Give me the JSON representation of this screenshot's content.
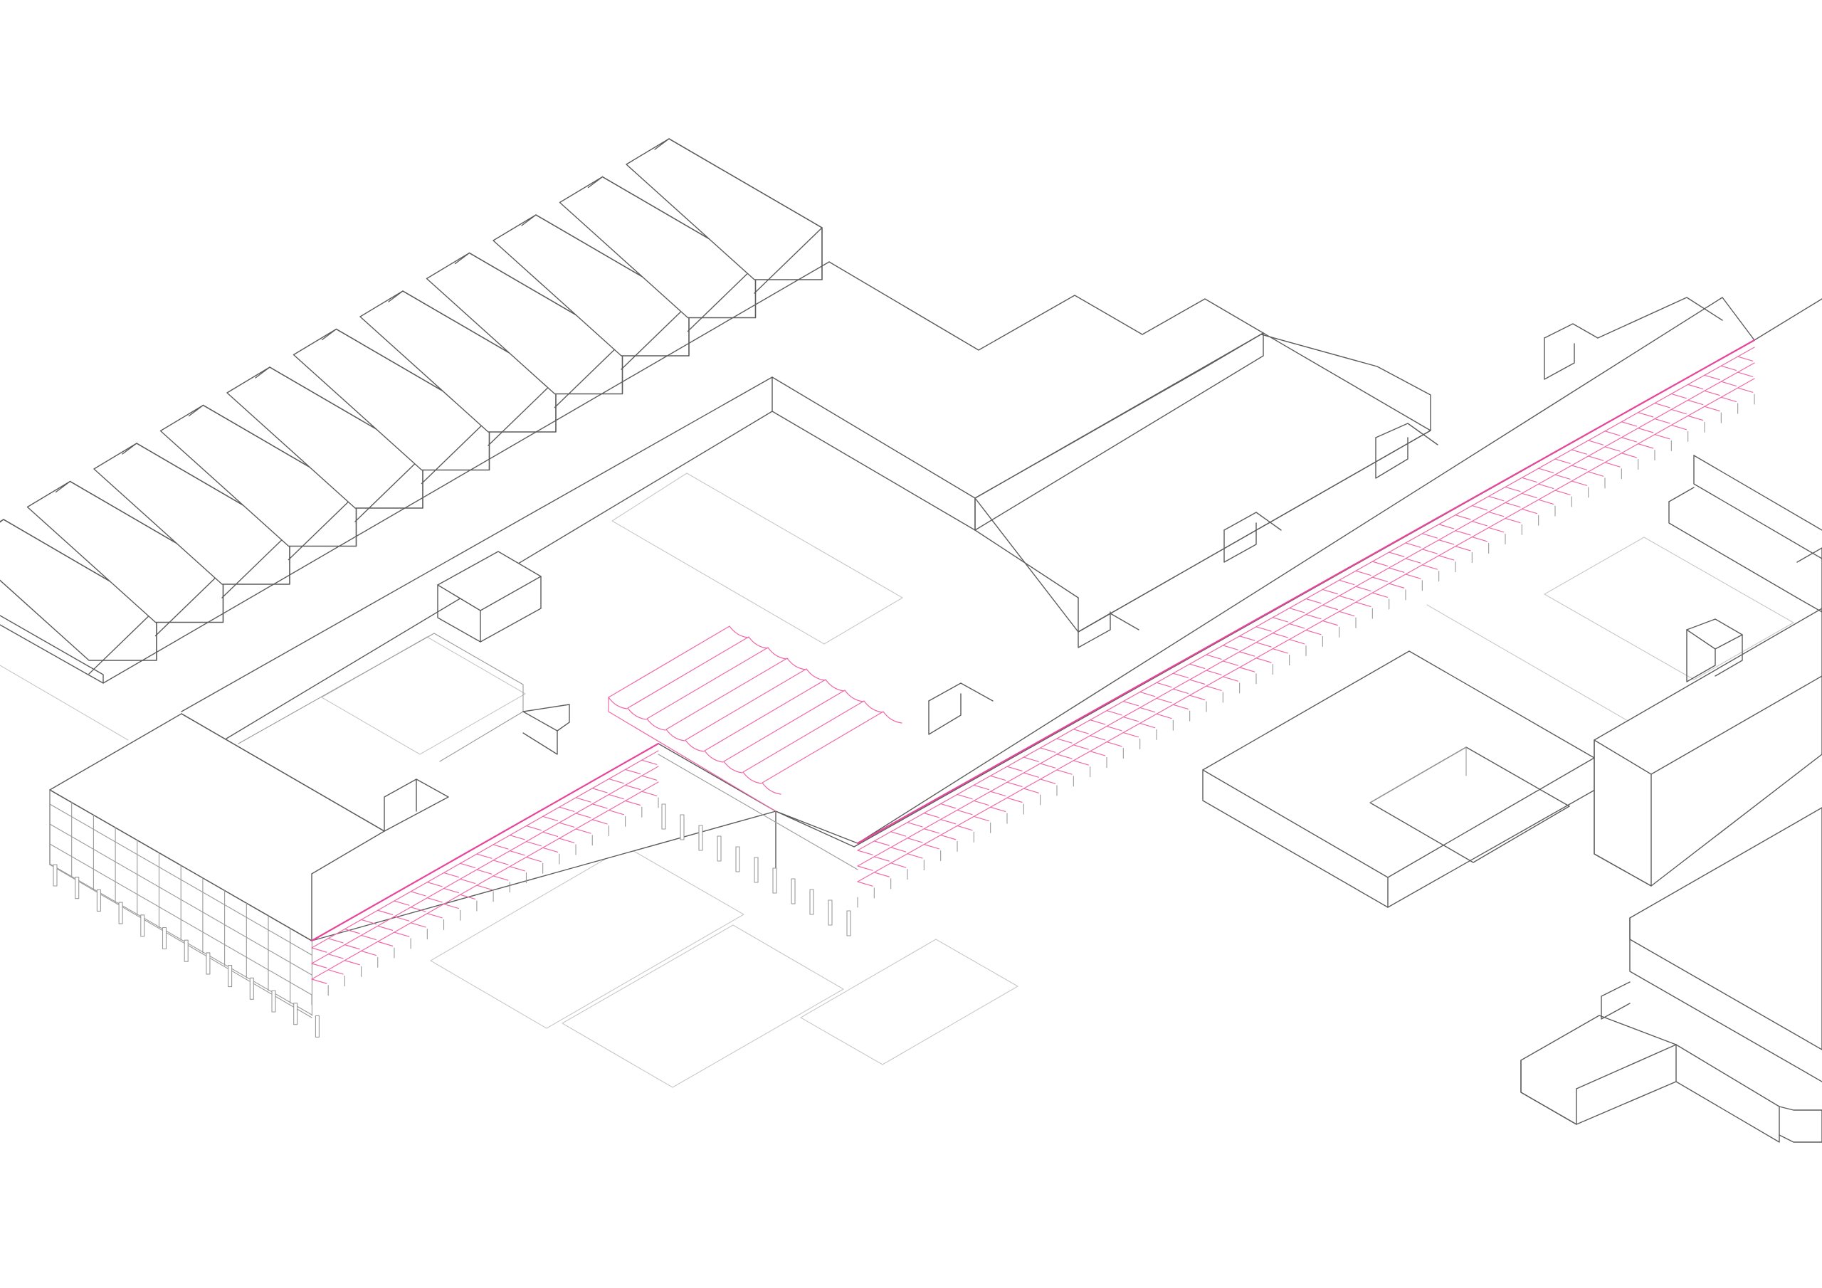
{
  "figure": {
    "kind": "isometric-axonometric-site-drawing",
    "background_color": "#ffffff",
    "line_color": "#5c5c5c",
    "faint_line_color": "#c8c8c8",
    "highlight_color": "#e8459b"
  },
  "chart_data": {
    "type": "diagram",
    "title": "",
    "elements": [
      {
        "name": "sawtooth-roof-hall",
        "count_of_bays": 11
      },
      {
        "name": "courtyard-block"
      },
      {
        "name": "highlighted-long-wing-facade",
        "highlight": true
      },
      {
        "name": "highlighted-canopy-vaults",
        "highlight": true,
        "count_of_vaults": 9
      },
      {
        "name": "colonnade-wing"
      },
      {
        "name": "neighbor-block-with-courtyard"
      },
      {
        "name": "tall-neighbor-block"
      },
      {
        "name": "lower-right-l-block"
      }
    ]
  }
}
